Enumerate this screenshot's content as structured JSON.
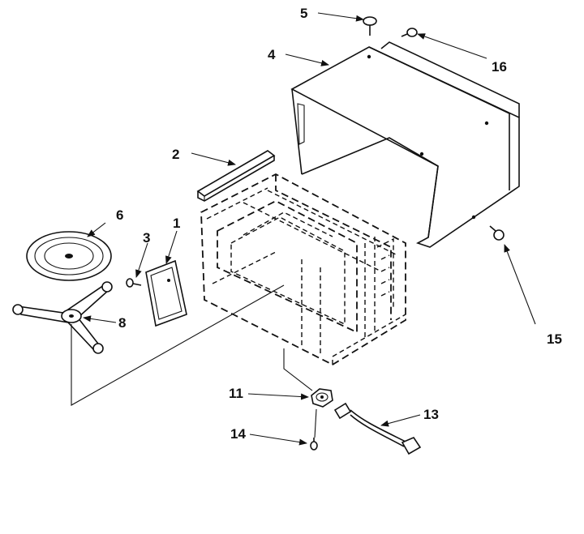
{
  "callouts": {
    "c1": "1",
    "c2": "2",
    "c3": "3",
    "c4": "4",
    "c5": "5",
    "c6": "6",
    "c8": "8",
    "c11": "11",
    "c13": "13",
    "c14": "14",
    "c15": "15",
    "c16": "16"
  },
  "colors": {
    "ink": "#111111",
    "paper": "#ffffff"
  }
}
